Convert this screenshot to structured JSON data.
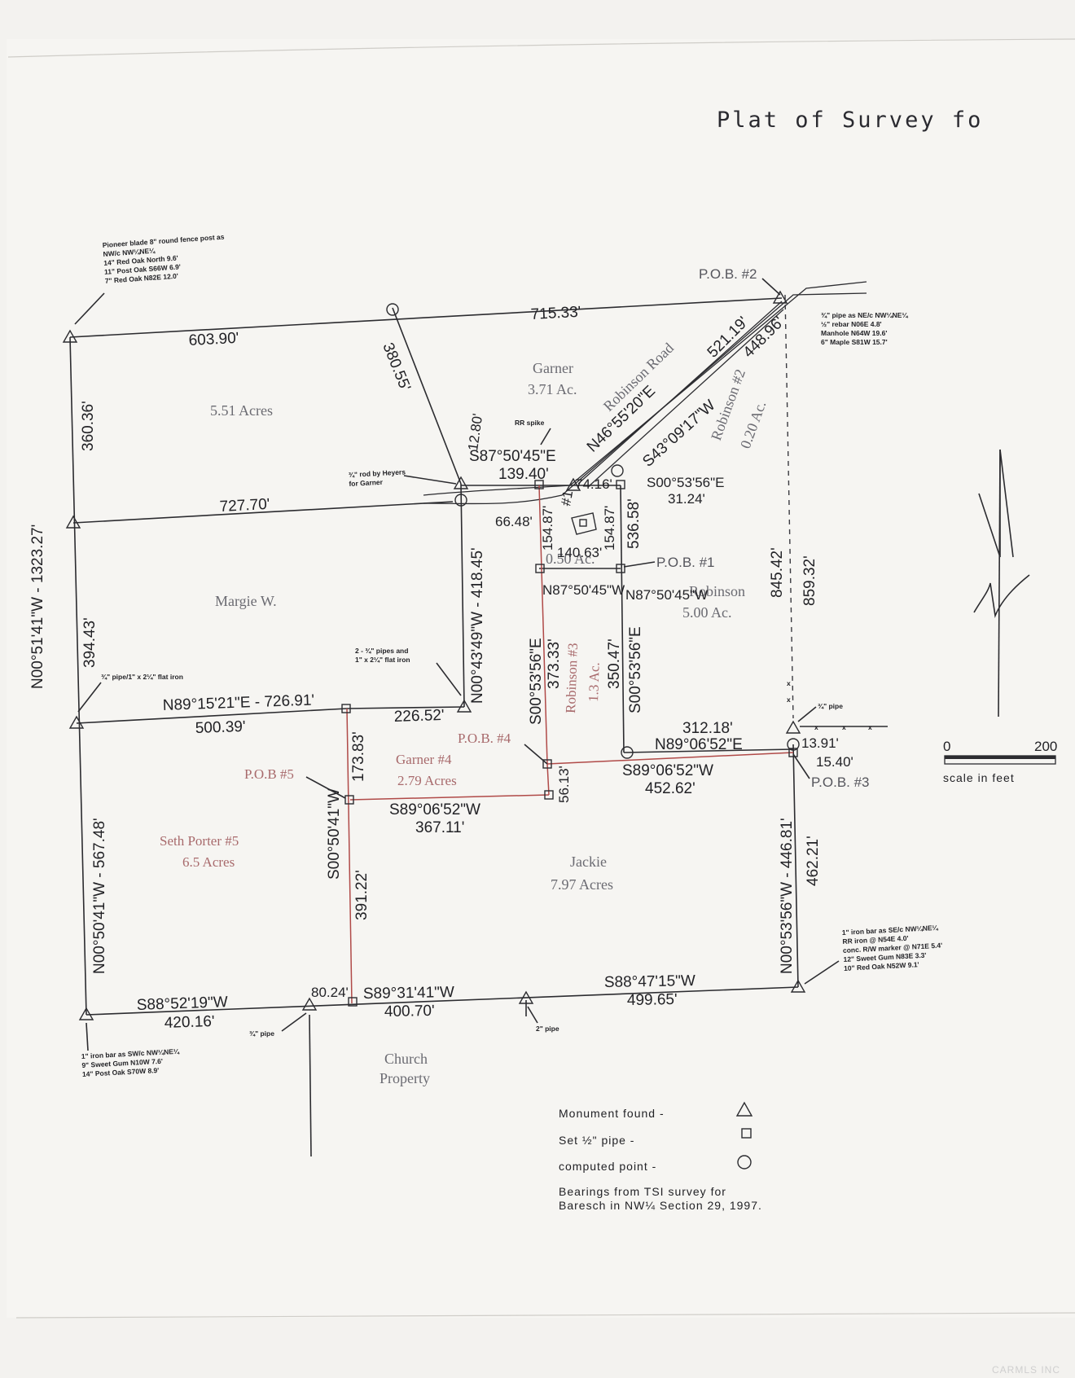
{
  "title": "Plat of Survey fo",
  "watermark": "CARMLS INC",
  "areas": {
    "a1": "5.51 Acres",
    "garner": "Garner",
    "garner_ac": "3.71 Ac.",
    "maggie": "Margie W.",
    "robinson": "Robinson",
    "robinson_ac": "5.00 Ac.",
    "r2": "Robinson #2",
    "r2_ac": "0.20 Ac.",
    "half": "0.50 Ac.",
    "r3": "Robinson #3",
    "r3_ac": "1.3 Ac.",
    "g4": "Garner #4",
    "g4_ac": "2.79 Acres",
    "seth": "Seth Porter #5",
    "seth_ac": "6.5 Acres",
    "jackie": "Jackie",
    "jackie_ac": "7.97 Acres",
    "church1": "Church",
    "church2": "Property",
    "road": "Robinson Road",
    "house": "#1"
  },
  "dims": {
    "d715": "715.33'",
    "d603": "603.90'",
    "d380": "380.55'",
    "d360": "360.36'",
    "d727": "727.70'",
    "d1323": "N00°51'41\"W  -  1323.27'",
    "d394": "394.43'",
    "d521": "521.19'",
    "d448": "448.96'",
    "n46": "N46°55'20\"E",
    "s43": "S43°09'17\"W",
    "d1280": "12.80'",
    "s87a": "S87°50'45\"E",
    "d139": "139.40'",
    "d7416": "74.16'",
    "s00a": "S00°53'56\"E",
    "d3124": "31.24'",
    "d6648": "66.48'",
    "d15487a": "154.87'",
    "d15487b": "154.87'",
    "d536": "536.58'",
    "d140": "140.63'",
    "n87": "N87°50'45\"W",
    "d418": "N00°43'49\"W  -  418.45'",
    "s00b": "S00°53'56\"E",
    "d373": "373.33'",
    "d350": "350.47'",
    "s00c": "S00°53'56\"E",
    "d845": "845.42'",
    "d859": "859.32'",
    "n89a": "N89°15'21\"E  -  726.91'",
    "d500": "500.39'",
    "d226": "226.52'",
    "d173": "173.83'",
    "d312": "312.18'",
    "n89b": "N89°06'52\"E",
    "d1391": "13.91'",
    "d1540": "15.40'",
    "s89a": "S89°06'52\"W",
    "d452": "452.62'",
    "d5613": "56.13'",
    "s89b": "S89°06'52\"W",
    "d367": "367.11'",
    "d567": "N00°50'41\"W  -  567.48'",
    "s00d": "S00°50'41\"W",
    "d391": "391.22'",
    "d446": "N00°53'56\"W  -  446.81'",
    "d462": "462.21'",
    "s88a": "S88°52'19\"W",
    "d420": "420.16'",
    "d8024": "80.24'",
    "s89c": "S89°31'41\"W",
    "d400": "400.70'",
    "s88b": "S88°47'15\"W",
    "d499": "499.65'"
  },
  "pob": {
    "p1": "P.O.B. #1",
    "p2": "P.O.B. #2",
    "p3": "P.O.B. #3",
    "p4": "P.O.B. #4",
    "p5": "P.O.B #5"
  },
  "notes": {
    "nw1": "Pioneer blade 8\" round fence post as",
    "nw2": "NW/c  NW¼NE¼",
    "nw3": "14\" Red Oak    North   9.6'",
    "nw4": "11\" Post Oak   S66W   6.9'",
    "nw5": "7\" Red Oak    N82E   12.0'",
    "ne1": "¾\" pipe as  NE/c  NW¼NE¼",
    "ne2": "½\" rebar   N06E  4.8'",
    "ne3": "Manhole   N64W   19.6'",
    "ne4": "6\" Maple   S81W   15.7'",
    "rrspike": "RR spike",
    "rod1": "¾\" rod by Heyers",
    "rod2": "for Garner",
    "pipes1": "2 - ¾\" pipes and",
    "pipes2": "1\" x 2¼\" flat iron",
    "pipeflat": "¾\" pipe/1\" x 2¼\" flat iron",
    "pipe34": "¾\" pipe",
    "se1": "1\" iron bar as  SE/c  NW¼NE¼",
    "se2": "RR iron @  N54E   4.0'",
    "se3": "conc. R/W marker @ N71E   5.4'",
    "se4": "12\" Sweet Gum   N83E   3.3'",
    "se5": "10\" Red Oak   N52W   9.1'",
    "sw1": "1\" iron bar as  SW/c  NW¼NE¼",
    "sw2": "9\" Sweet Gum   N10W   7.6'",
    "sw3": "14\" Post Oak   S70W   8.9'",
    "pipe34b": "¾\" pipe",
    "pipe2": "2\" pipe"
  },
  "legend": {
    "found": "Monument found   -",
    "set": "Set ½\" pipe   -",
    "computed": "computed point   -",
    "bearings1": "Bearings from  TSI survey for",
    "bearings2": "Baresch in  NW¼  Section 29, 1997."
  },
  "scale": {
    "zero": "0",
    "max": "200",
    "label": "scale  in  feet"
  }
}
